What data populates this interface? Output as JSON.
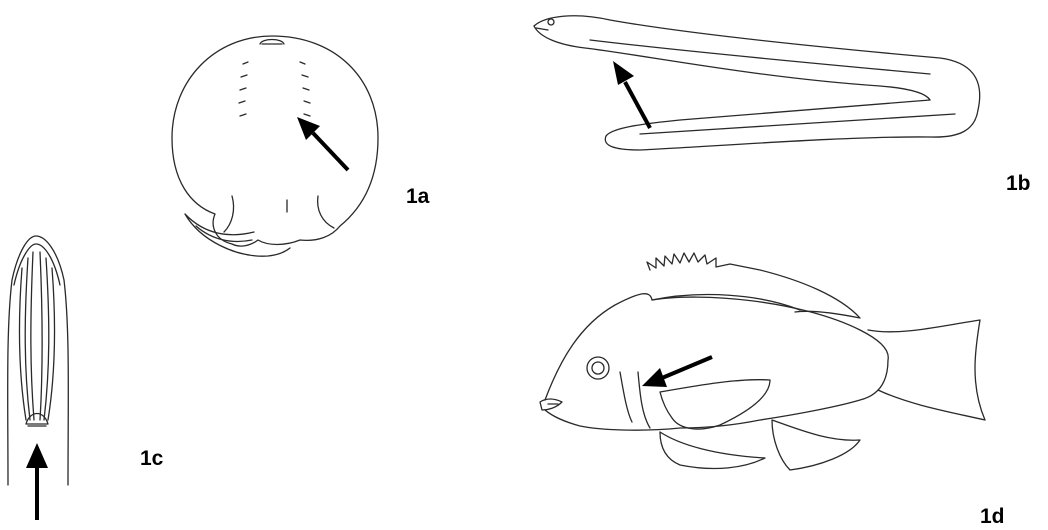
{
  "figure": {
    "panels": [
      {
        "id": "ray",
        "label": "1a"
      },
      {
        "id": "eel",
        "label": "1b"
      },
      {
        "id": "pipefish",
        "label": "1c"
      },
      {
        "id": "cichlid",
        "label": "1d"
      }
    ]
  },
  "colors": {
    "line_art": "#2a2a2a",
    "arrow": "#000000",
    "background": "#ffffff"
  }
}
